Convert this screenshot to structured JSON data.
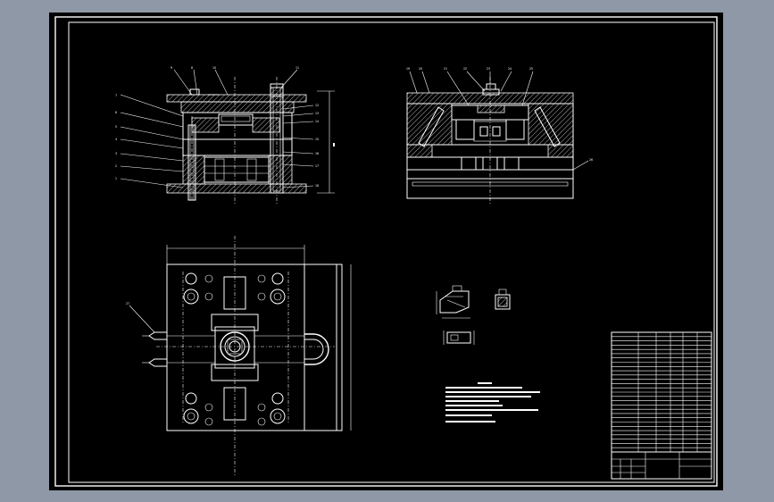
{
  "colors": {
    "background": "#8f98a6",
    "canvas": "#000000",
    "line": "#ffffff"
  },
  "front_view": {
    "callouts_left": [
      "7",
      "6",
      "5",
      "4",
      "3",
      "2",
      "1"
    ],
    "callouts_top": [
      "9",
      "8",
      "10",
      "11"
    ],
    "callouts_right": [
      "12",
      "13",
      "14",
      "15",
      "16",
      "17",
      "18"
    ]
  },
  "side_view": {
    "callouts_top": [
      "19",
      "20",
      "21",
      "22",
      "23",
      "24",
      "25"
    ],
    "callouts_right": [
      "26"
    ]
  },
  "plan_view": {
    "callouts": [
      "27"
    ]
  }
}
